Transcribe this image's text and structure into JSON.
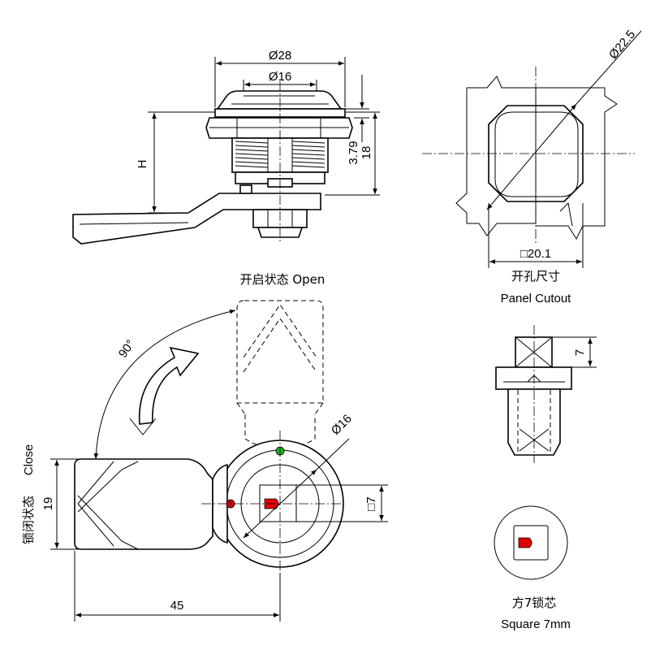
{
  "side_view": {
    "dim_outer_dia": "Ø28",
    "dim_inner_dia": "Ø16",
    "dim_height": "H",
    "dim_flange": "3.79",
    "dim_body": "18"
  },
  "panel_cutout": {
    "dim_diag": "Ø22.5",
    "dim_square": "□20.1",
    "label_cn": "开孔尺寸",
    "label_en": "Panel Cutout"
  },
  "core_view": {
    "dim_height": "7"
  },
  "operation_view": {
    "open_label": "开启状态  Open",
    "close_label_en": "Close",
    "close_label_cn": "锁闭状态",
    "angle": "90°",
    "dim_dia": "Ø16",
    "dim_square": "□7",
    "dim_width": "19",
    "dim_length": "45"
  },
  "square_core": {
    "label_cn": "方7锁芯",
    "label_en": "Square 7mm"
  },
  "colors": {
    "core_red": "#e00000",
    "indicator_green": "#1db31d",
    "indicator_red": "#cc0000"
  }
}
